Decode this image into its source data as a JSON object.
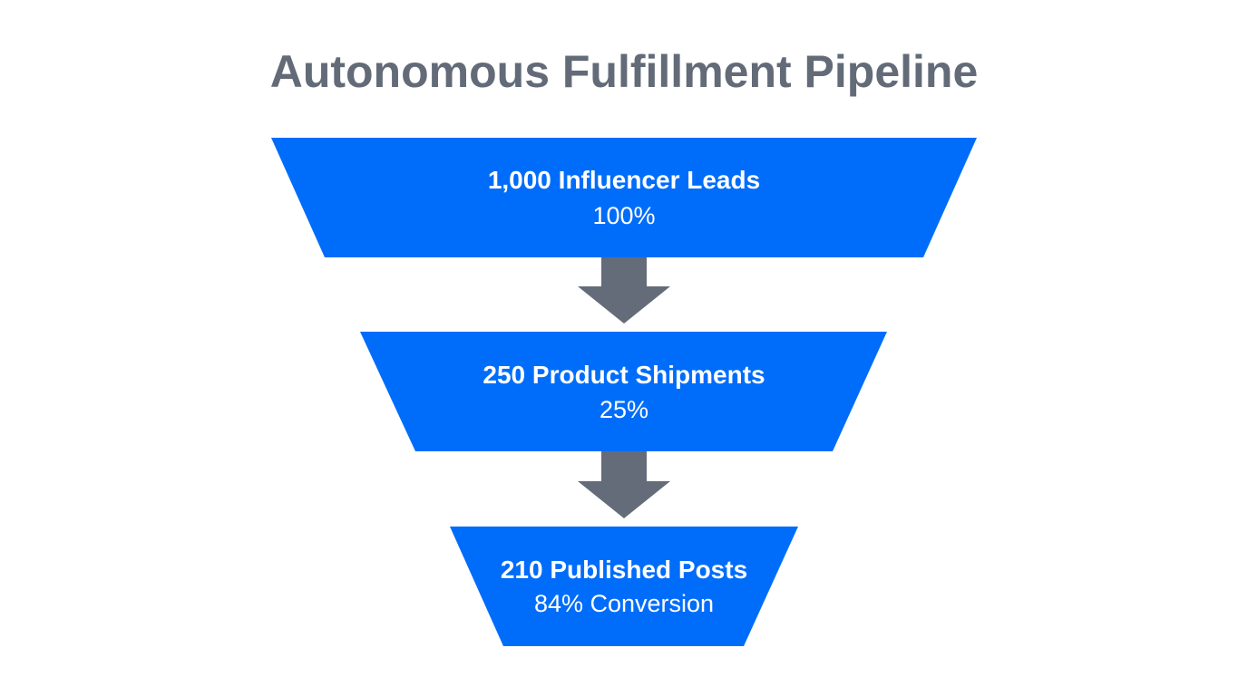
{
  "title": "Autonomous Fulfillment Pipeline",
  "colors": {
    "stage": "#006dfa",
    "arrow": "#646c79",
    "title": "#636b78",
    "text": "#ffffff"
  },
  "stages": [
    {
      "label": "1,000 Influencer Leads",
      "value": "100%"
    },
    {
      "label": "250 Product Shipments",
      "value": "25%"
    },
    {
      "label": "210 Published Posts",
      "value": "84% Conversion"
    }
  ],
  "chart_data": {
    "type": "funnel",
    "title": "Autonomous Fulfillment Pipeline",
    "categories": [
      "Influencer Leads",
      "Product Shipments",
      "Published Posts"
    ],
    "values": [
      1000,
      250,
      210
    ],
    "percent_labels": [
      "100%",
      "25%",
      "84% Conversion"
    ]
  }
}
